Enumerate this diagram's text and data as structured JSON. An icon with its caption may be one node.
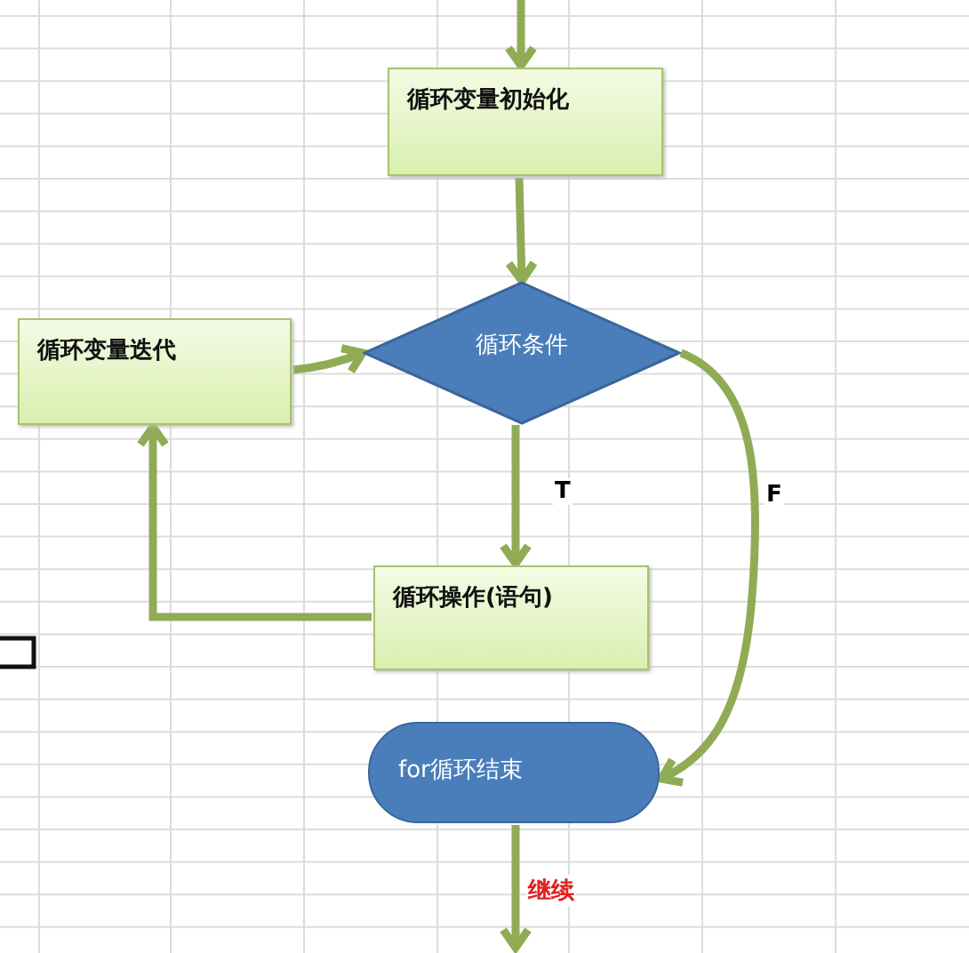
{
  "diagram": {
    "nodes": [
      {
        "text": [
          "循环变量初始化"
        ]
      },
      {
        "text": [
          "循环条件"
        ]
      },
      {
        "text": [
          "循环变量迭代"
        ]
      },
      {
        "text": [
          "循环操作(语句)"
        ]
      },
      {
        "text": [
          "for循环结束"
        ]
      }
    ],
    "edges": [
      {
        "from": null,
        "to": 0,
        "arrow": "to"
      },
      {
        "from": 0,
        "to": 1,
        "arrow": "to"
      },
      {
        "from": 2,
        "to": 1,
        "arrow": "to"
      },
      {
        "from": 1,
        "to": 3,
        "arrow": "to",
        "label": "T"
      },
      {
        "from": 3,
        "to": 2,
        "arrow": "to"
      },
      {
        "from": 1,
        "to": 4,
        "arrow": "to",
        "label": "F"
      },
      {
        "from": 4,
        "to": null,
        "arrow": "to",
        "label": "继续"
      }
    ]
  }
}
